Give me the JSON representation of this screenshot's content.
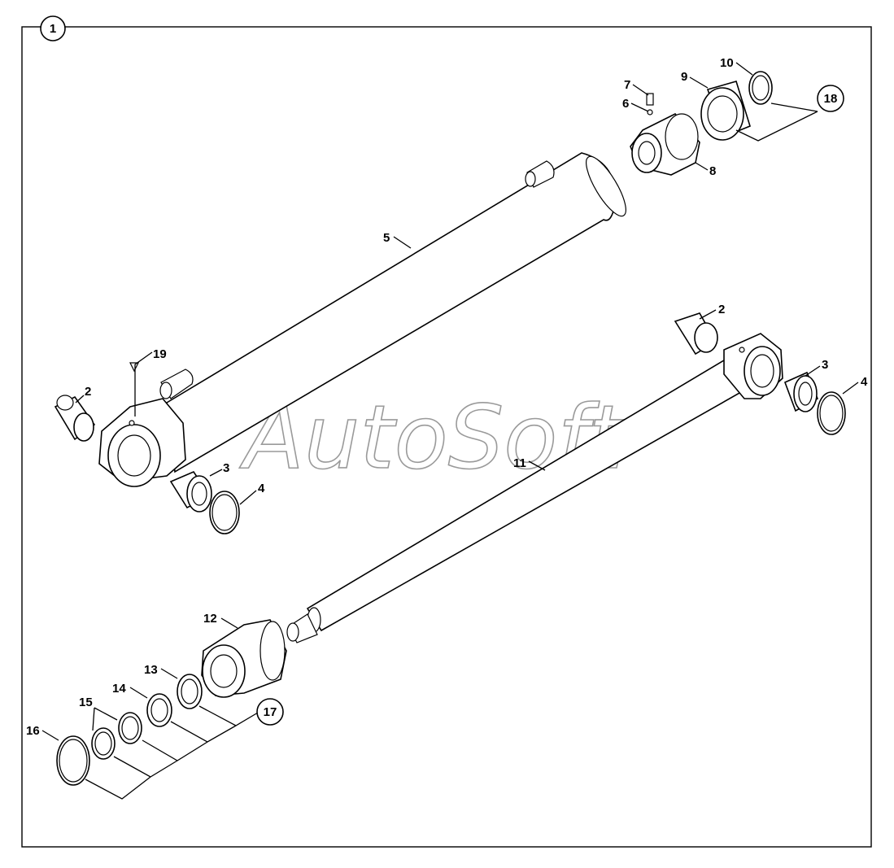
{
  "diagram": {
    "frame_label": "1",
    "watermark": "AutoSoft",
    "callouts": {
      "c2a": "2",
      "c2b": "2",
      "c3a": "3",
      "c3b": "3",
      "c4a": "4",
      "c4b": "4",
      "c5": "5",
      "c6": "6",
      "c7": "7",
      "c8": "8",
      "c9": "9",
      "c10": "10",
      "c11": "11",
      "c12": "12",
      "c13": "13",
      "c14": "14",
      "c15": "15",
      "c16": "16",
      "c17": "17",
      "c18": "18",
      "c19": "19"
    }
  }
}
